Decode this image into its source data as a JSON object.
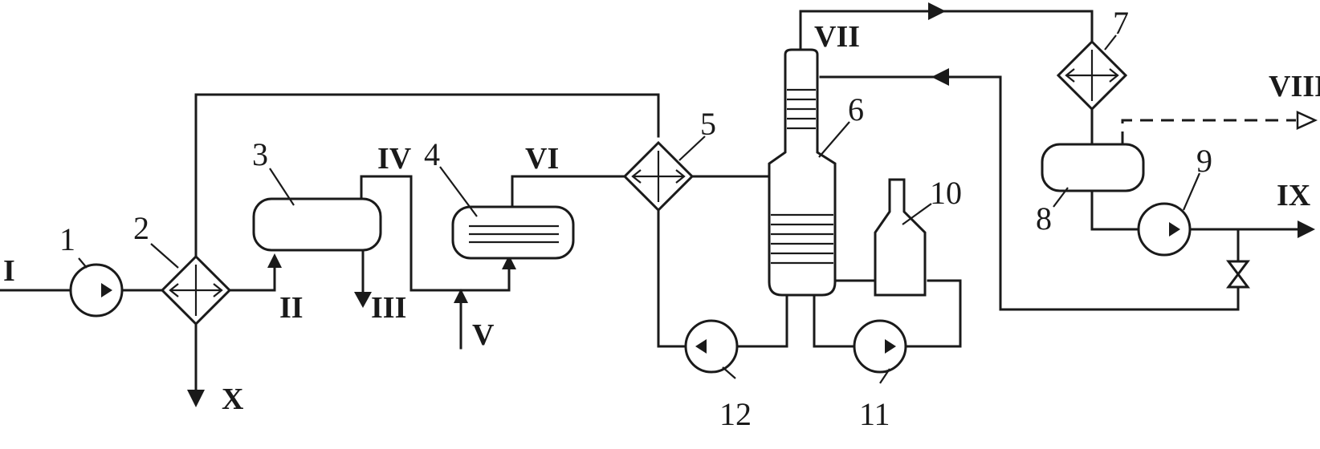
{
  "equipment_labels": {
    "pump_1": "1",
    "heat_exchanger_2": "2",
    "separator_3": "3",
    "reactor_4": "4",
    "heat_exchanger_5": "5",
    "column_6": "6",
    "condenser_7": "7",
    "receiver_8": "8",
    "pump_9": "9",
    "reboiler_10": "10",
    "pump_11": "11",
    "pump_12": "12"
  },
  "stream_labels": {
    "s1": "I",
    "s2": "II",
    "s3": "III",
    "s4": "IV",
    "s5": "V",
    "s6": "VI",
    "s7": "VII",
    "s8": "VIII",
    "s9": "IX",
    "s10": "X"
  }
}
